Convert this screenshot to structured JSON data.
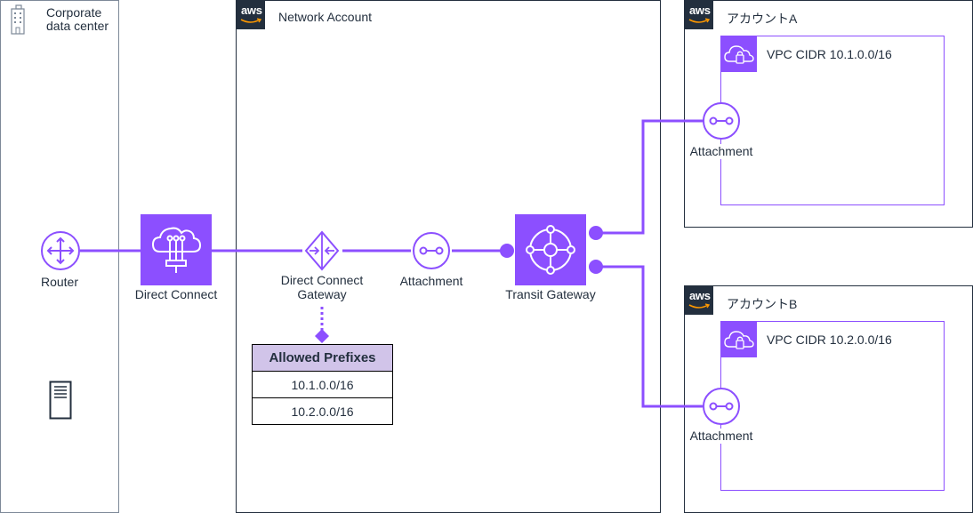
{
  "groups": {
    "corporate": {
      "label_line1": "Corporate",
      "label_line2": "data center"
    },
    "network": {
      "label": "Network Account",
      "badge": "aws"
    },
    "account_a": {
      "label": "アカウントA",
      "badge": "aws",
      "vpc_label": "VPC CIDR 10.1.0.0/16"
    },
    "account_b": {
      "label": "アカウントB",
      "badge": "aws",
      "vpc_label": "VPC CIDR 10.2.0.0/16"
    }
  },
  "nodes": {
    "router": "Router",
    "direct_connect": "Direct Connect",
    "dx_gateway_line1": "Direct Connect",
    "dx_gateway_line2": "Gateway",
    "attachment_center": "Attachment",
    "transit_gateway": "Transit Gateway",
    "attachment_a": "Attachment",
    "attachment_b": "Attachment"
  },
  "prefix_table": {
    "header": "Allowed Prefixes",
    "rows": [
      "10.1.0.0/16",
      "10.2.0.0/16"
    ]
  },
  "icons": {
    "building": "building-icon",
    "aws_badge": "aws-logo-icon",
    "router": "router-icon",
    "direct_connect": "direct-connect-icon",
    "dx_gateway": "direct-connect-gateway-icon",
    "attachment": "attachment-icon",
    "transit_gateway": "transit-gateway-icon",
    "vpc": "vpc-cloud-lock-icon",
    "server": "server-icon"
  },
  "colors": {
    "accent": "#8C4FFF",
    "dark": "#232F3E",
    "table_header": "#D1C4E9"
  }
}
